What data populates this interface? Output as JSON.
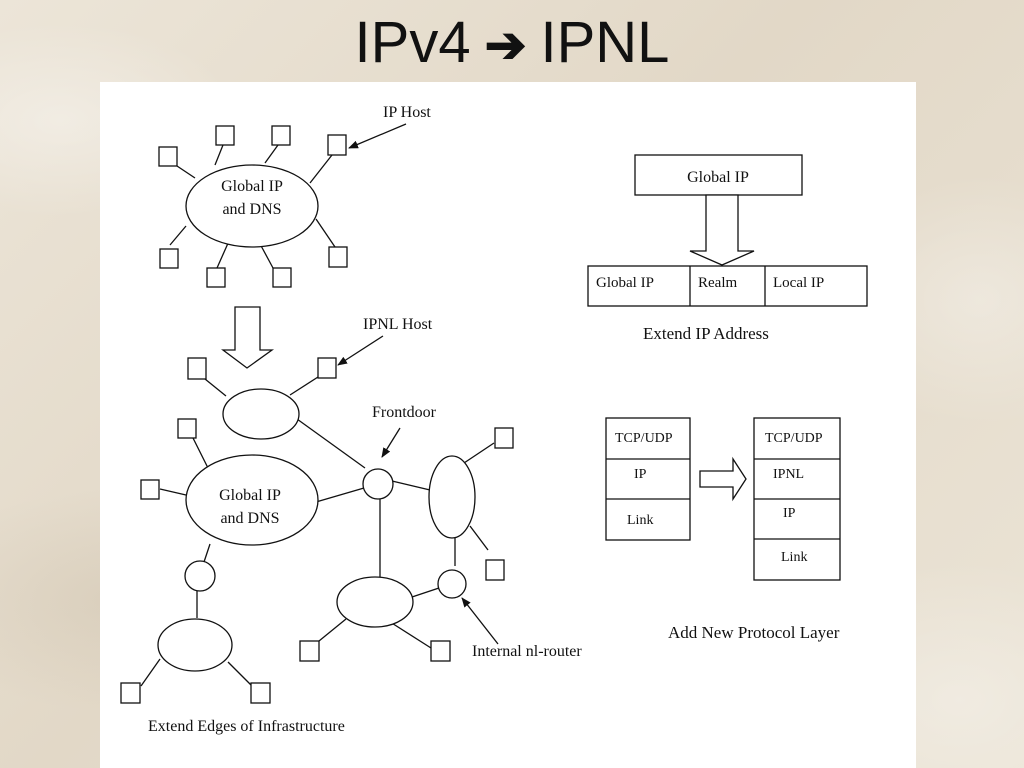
{
  "slide": {
    "title_left": "IPv4",
    "title_arrow": "➔",
    "title_right": "IPNL"
  },
  "diagram": {
    "top_cloud": "Global IP\nand DNS",
    "ip_host_label": "IP Host",
    "ipnl_host_label": "IPNL Host",
    "frontdoor_label": "Frontdoor",
    "bottom_cloud": "Global IP\nand DNS",
    "internal_router_label": "Internal nl-router",
    "caption_infrastructure": "Extend Edges of Infrastructure",
    "address_top": "Global IP",
    "address_fields": [
      "Global IP",
      "Realm",
      "Local IP"
    ],
    "caption_address": "Extend IP Address",
    "stack_left": [
      "TCP/UDP",
      "IP",
      "Link"
    ],
    "stack_right": [
      "TCP/UDP",
      "IPNL",
      "IP",
      "Link"
    ],
    "caption_protocol": "Add New Protocol Layer"
  }
}
